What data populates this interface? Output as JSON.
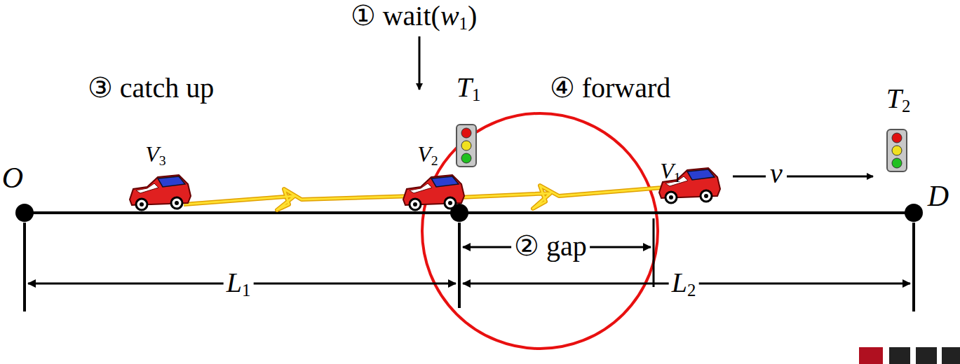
{
  "diagram": {
    "labels": [
      "① wait(w1)",
      "③ catch up",
      "④ forward",
      "② gap",
      "T1",
      "T2",
      "V3",
      "V2",
      "V1",
      "v",
      "O",
      "D",
      "L1",
      "L2"
    ]
  }
}
